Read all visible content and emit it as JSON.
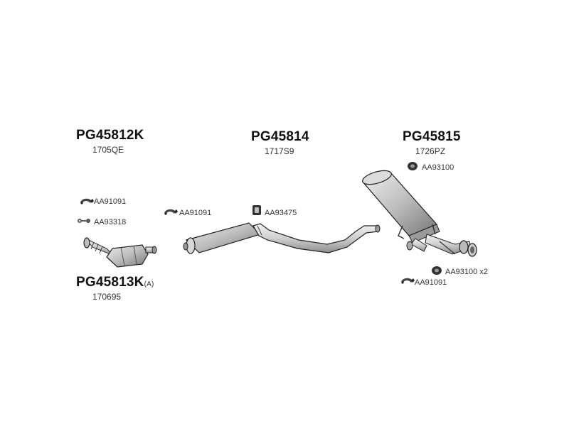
{
  "assemblies": {
    "front_pipe": {
      "code": "PG45812K",
      "sub": "1705QE"
    },
    "catalyst": {
      "code": "PG45813K",
      "suffix": "(A)",
      "sub": "170695"
    },
    "middle_silencer": {
      "code": "PG45814",
      "sub": "1717S9"
    },
    "rear_silencer": {
      "code": "PG45815",
      "sub": "1726PZ"
    }
  },
  "parts": {
    "clamp_front": "AA91091",
    "seal_front": "AA93318",
    "clamp_middle": "AA91091",
    "mount_middle": "AA93475",
    "rubber_rear_top": "AA93100",
    "rubber_rear_bottom": "AA93100 x2",
    "clamp_rear": "AA91091"
  },
  "icons": {
    "clamp": "clamp-icon",
    "seal": "seal-ring-icon",
    "mount": "rubber-mount-icon",
    "rubber_ring": "rubber-ring-icon"
  }
}
